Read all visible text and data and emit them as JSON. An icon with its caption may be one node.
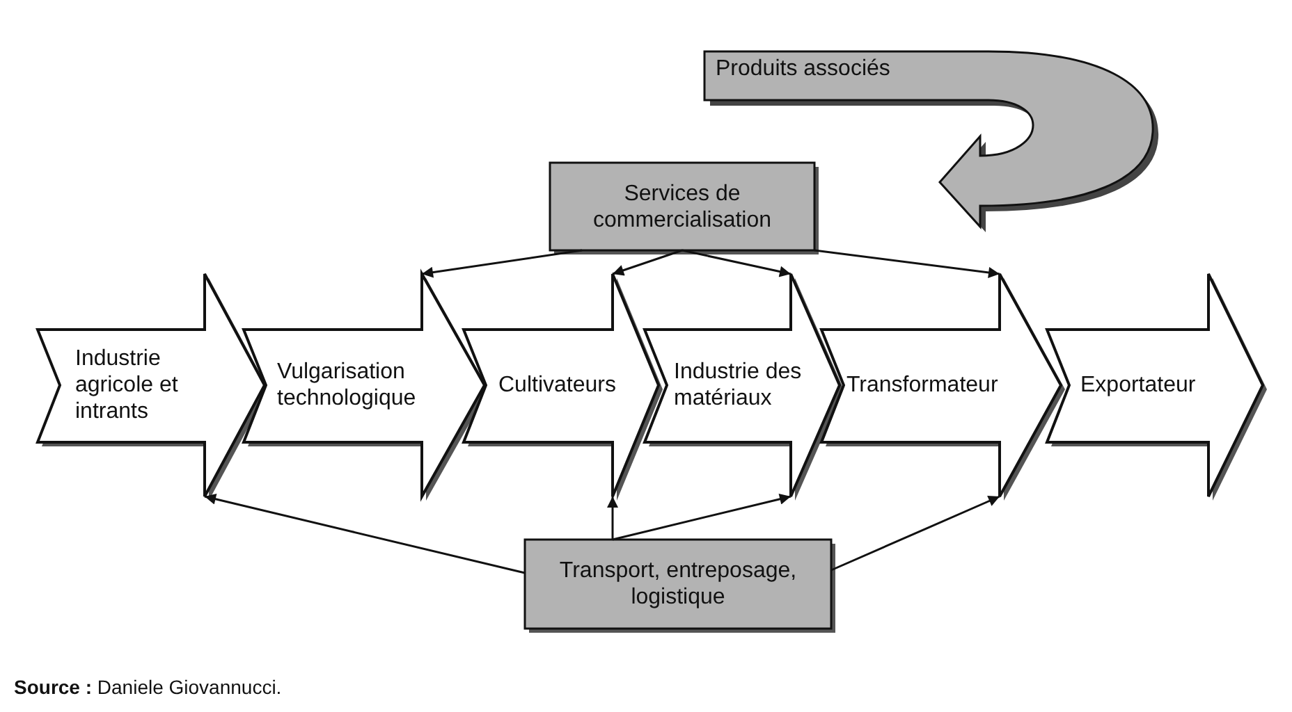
{
  "diagram": {
    "caption": "**Source :** Daniele Giovannucci.",
    "nodes": [
      {
        "text": [
          "Produits associés"
        ]
      },
      {
        "text": [
          "Services de commercialisation"
        ]
      },
      {
        "text": [
          "Industrie agricole et intrants"
        ]
      },
      {
        "text": [
          "Vulgarisation technologique"
        ]
      },
      {
        "text": [
          "Cultivateurs"
        ]
      },
      {
        "text": [
          "Industrie des matériaux"
        ]
      },
      {
        "text": [
          "Transformateur"
        ]
      },
      {
        "text": [
          "Exportateur"
        ]
      },
      {
        "text": [
          "Transport, entreposage, logistique"
        ]
      }
    ],
    "edges": [
      {
        "from": 1,
        "to": 3,
        "arrow": "to"
      },
      {
        "from": 1,
        "to": 4,
        "arrow": "to"
      },
      {
        "from": 1,
        "to": 5,
        "arrow": "to"
      },
      {
        "from": 1,
        "to": 6,
        "arrow": "to"
      },
      {
        "from": 8,
        "to": 2,
        "arrow": "to"
      },
      {
        "from": 8,
        "to": 4,
        "arrow": "to"
      },
      {
        "from": 8,
        "to": 5,
        "arrow": "to"
      },
      {
        "from": 8,
        "to": 6,
        "arrow": "to"
      }
    ]
  }
}
